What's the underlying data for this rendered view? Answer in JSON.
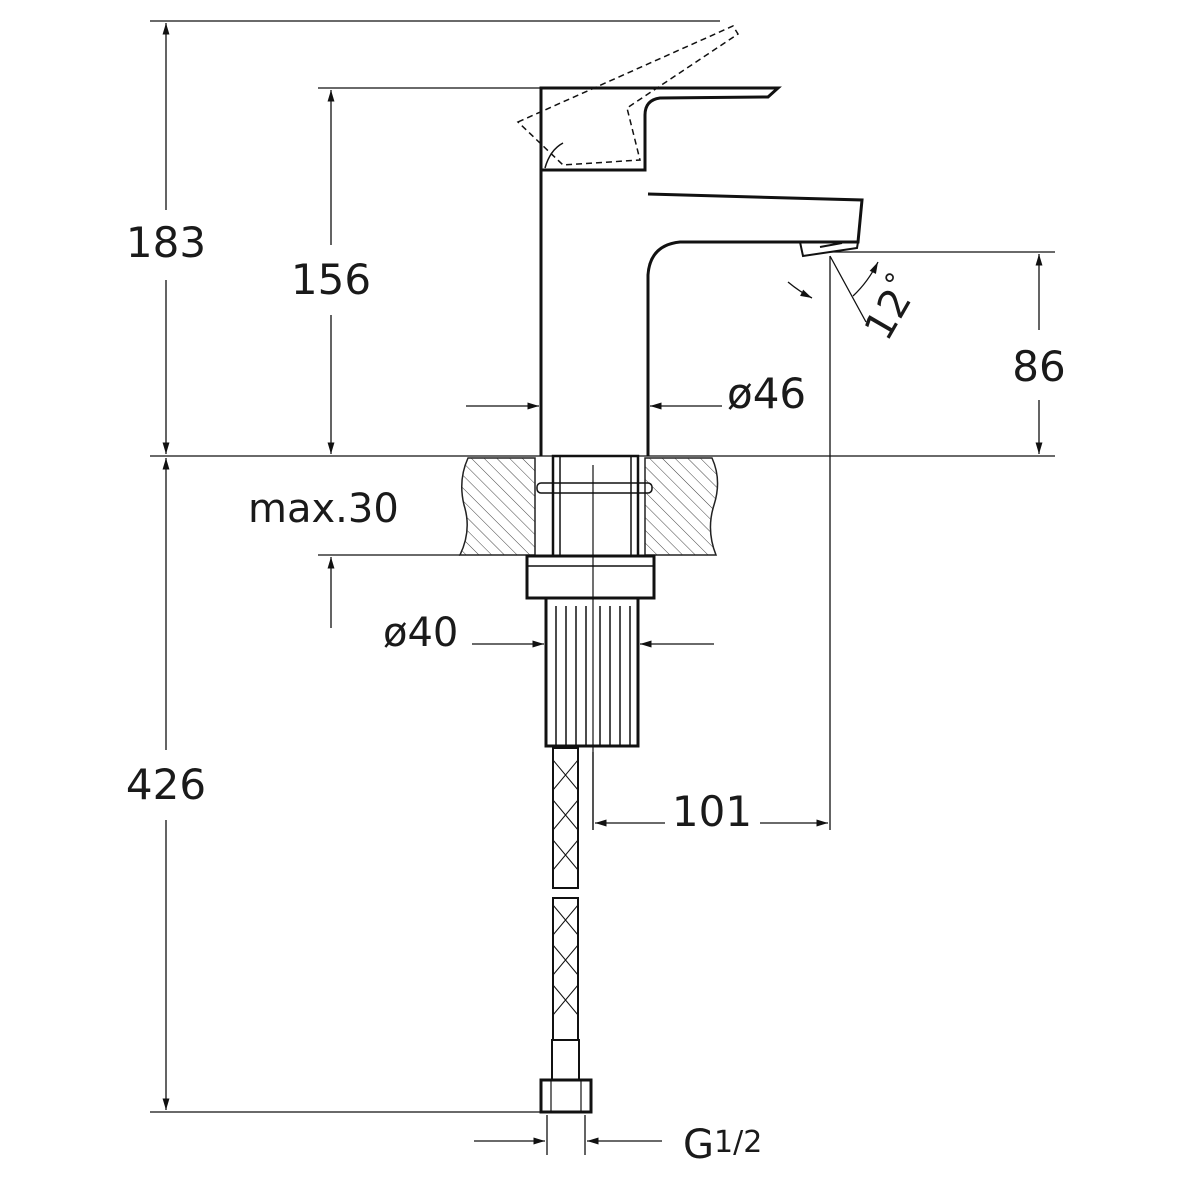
{
  "drawing": {
    "dimensions": {
      "total_height": "183",
      "body_height": "156",
      "spout_height": "86",
      "body_diameter": "ø46",
      "max_counter_thickness": "max.30",
      "shank_diameter": "ø40",
      "hose_length": "426",
      "spout_reach": "101",
      "connection_thread_main": "G",
      "connection_thread_frac": "1/2",
      "lever_angle_value": "12",
      "lever_angle_unit": "°"
    }
  }
}
